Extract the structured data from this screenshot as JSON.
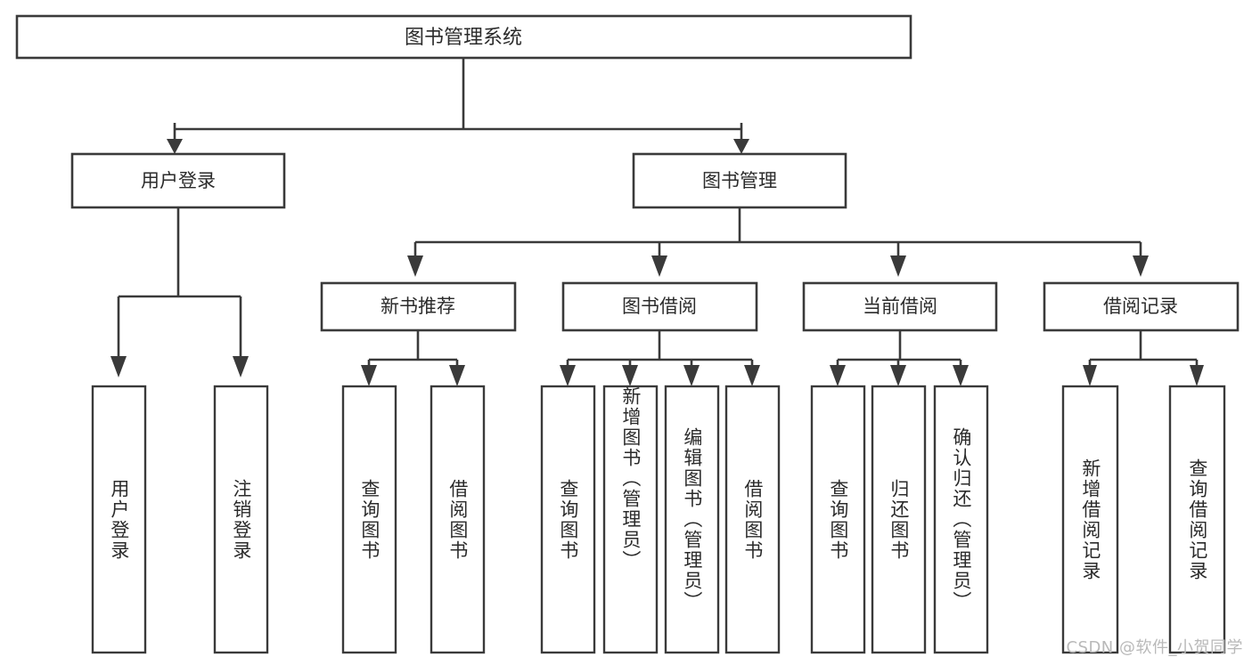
{
  "diagram": {
    "kind": "functional-structure-tree",
    "root": {
      "id": "root",
      "label": "图书管理系统"
    },
    "level1": [
      {
        "id": "user-login",
        "label": "用户登录"
      },
      {
        "id": "book-manage",
        "label": "图书管理"
      }
    ],
    "level2": [
      {
        "id": "new-book-recommend",
        "label": "新书推荐",
        "parent": "book-manage"
      },
      {
        "id": "book-borrow",
        "label": "图书借阅",
        "parent": "book-manage"
      },
      {
        "id": "current-borrow",
        "label": "当前借阅",
        "parent": "book-manage"
      },
      {
        "id": "borrow-record",
        "label": "借阅记录",
        "parent": "book-manage"
      }
    ],
    "leaves": {
      "user-login": [
        {
          "id": "leaf-user-login",
          "label": "用户登录"
        },
        {
          "id": "leaf-logout-login",
          "label": "注销登录"
        }
      ],
      "new-book-recommend": [
        {
          "id": "leaf-query-book-1",
          "label": "查询图书"
        },
        {
          "id": "leaf-borrow-book-1",
          "label": "借阅图书"
        }
      ],
      "book-borrow": [
        {
          "id": "leaf-query-book-2",
          "label": "查询图书"
        },
        {
          "id": "leaf-add-book",
          "label": "新增图书（管理员）"
        },
        {
          "id": "leaf-edit-book",
          "label": "编辑图书（管理员）"
        },
        {
          "id": "leaf-borrow-book-2",
          "label": "借阅图书"
        }
      ],
      "current-borrow": [
        {
          "id": "leaf-query-book-3",
          "label": "查询图书"
        },
        {
          "id": "leaf-return-book",
          "label": "归还图书"
        },
        {
          "id": "leaf-confirm-return",
          "label": "确认归还（管理员）"
        }
      ],
      "borrow-record": [
        {
          "id": "leaf-add-record",
          "label": "新增借阅记录"
        },
        {
          "id": "leaf-query-record",
          "label": "查询借阅记录"
        }
      ]
    },
    "colors": {
      "box_stroke": "#3a3a3a",
      "box_fill": "#ffffff",
      "text": "#2b2b2b",
      "connector": "#3a3a3a",
      "watermark": "#b9b9b9",
      "background": "#ffffff"
    }
  },
  "watermark": {
    "text": "CSDN @软件_小贺同学"
  }
}
